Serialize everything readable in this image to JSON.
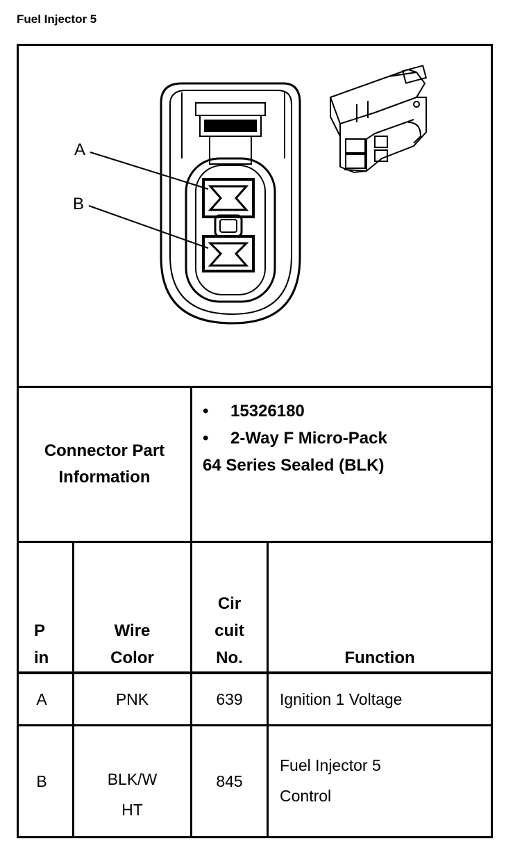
{
  "title": "Fuel Injector 5",
  "diagram": {
    "pin_labels": [
      "A",
      "B"
    ]
  },
  "connector_info": {
    "label_line1": "Connector Part",
    "label_line2": "Information",
    "bullets": [
      "15326180",
      "2-Way F Micro-Pack"
    ],
    "bullet_glyph": "•",
    "extra_line": "64 Series Sealed (BLK)"
  },
  "table": {
    "headers": {
      "pin": [
        "P",
        "in"
      ],
      "wire_color": [
        "Wire",
        "Color"
      ],
      "circuit": [
        "Cir",
        "cuit",
        "No."
      ],
      "function": [
        "Function"
      ]
    },
    "rows": [
      {
        "pin": "A",
        "wire_color": [
          "PNK"
        ],
        "circuit": "639",
        "function": [
          "Ignition 1 Voltage"
        ]
      },
      {
        "pin": "B",
        "wire_color": [
          "BLK/W",
          "HT"
        ],
        "circuit": "845",
        "function": [
          "Fuel Injector 5",
          "Control"
        ]
      }
    ]
  }
}
